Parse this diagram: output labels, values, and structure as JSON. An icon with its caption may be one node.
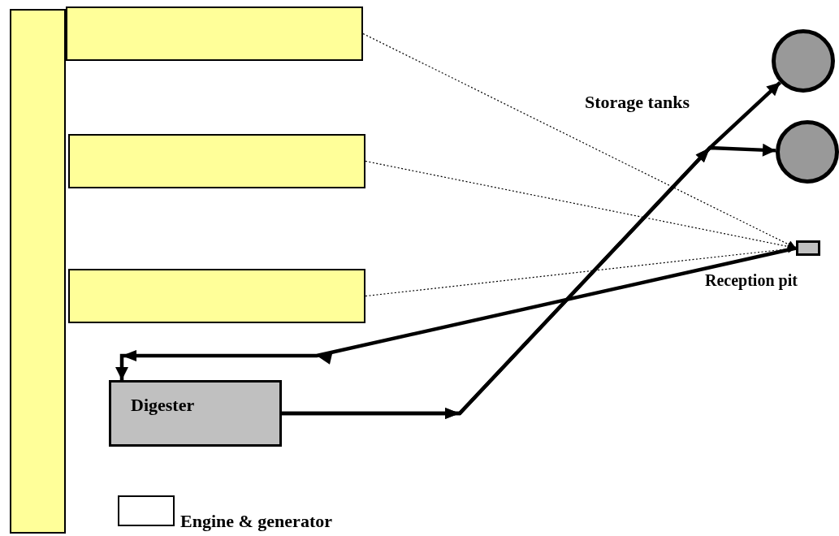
{
  "diagram": {
    "nodes": [
      {
        "text": [],
        "shape": "bar"
      },
      {
        "text": [],
        "shape": "bar"
      },
      {
        "text": [],
        "shape": "bar"
      },
      {
        "text": [],
        "shape": "bar"
      },
      {
        "text": [],
        "shape": "circle"
      },
      {
        "text": [],
        "shape": "circle"
      },
      {
        "text": [
          "Reception pit"
        ]
      },
      {
        "text": [
          "Digester"
        ]
      }
    ],
    "edges": [
      {
        "from": 1,
        "to": 6,
        "arrow": "to",
        "style": "dashed"
      },
      {
        "from": 2,
        "to": 6,
        "arrow": "to",
        "style": "dashed"
      },
      {
        "from": 3,
        "to": 6,
        "arrow": "to",
        "style": "dashed"
      },
      {
        "from": 6,
        "to": 7,
        "arrow": "to",
        "style": "thick"
      },
      {
        "from": 7,
        "to": 4,
        "arrow": "to",
        "style": "thick"
      },
      {
        "from": 7,
        "to": 5,
        "arrow": "to",
        "style": "thick"
      }
    ],
    "labels": [
      "Storage tanks"
    ],
    "legend": [
      {
        "text": "Engine & generator",
        "color": "#ffffff"
      }
    ]
  }
}
